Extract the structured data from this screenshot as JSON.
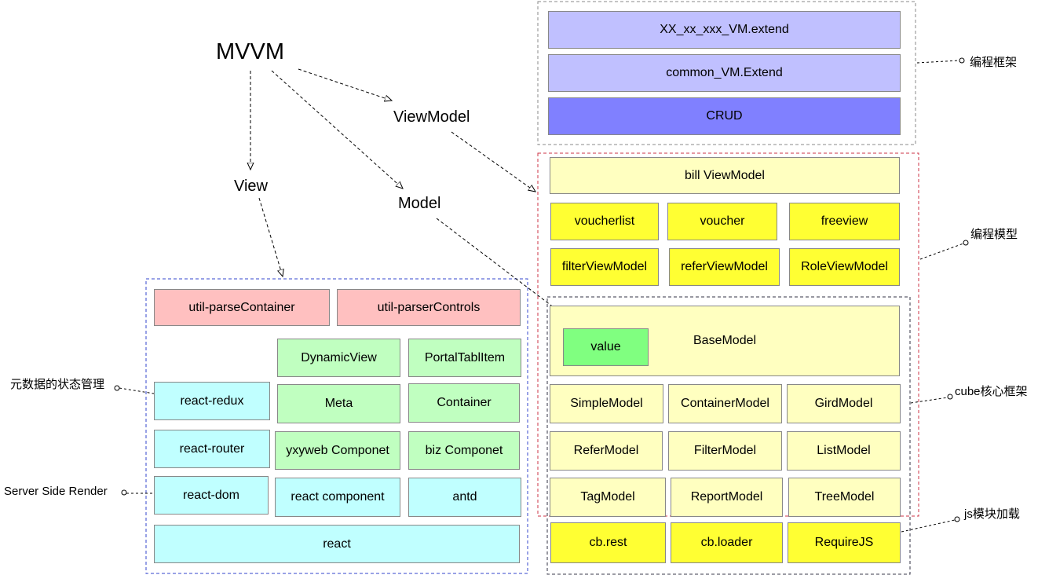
{
  "diagram": {
    "nodes": {
      "mvvm": "MVVM",
      "viewmodel": "ViewModel",
      "view": "View",
      "model": "Model"
    },
    "callouts": {
      "programming_framework": "编程框架",
      "programming_model": "编程模型",
      "cube_core_framework": "cube核心框架",
      "js_module_loading": "js模块加载",
      "metadata_state_mgmt": "元数据的状态管理",
      "server_side_render": "Server Side Render"
    },
    "framework_stack": [
      "XX_xx_xxx_VM.extend",
      "common_VM.Extend",
      "CRUD"
    ],
    "bill_viewmodel": "bill ViewModel",
    "viewmodels_row1": [
      "voucherlist",
      "voucher",
      "freeview"
    ],
    "viewmodels_row2": [
      "filterViewModel",
      "referViewModel",
      "RoleViewModel"
    ],
    "base_model": "BaseModel",
    "value": "value",
    "models_row1": [
      "SimpleModel",
      "ContainerModel",
      "GirdModel"
    ],
    "models_row2": [
      "ReferModel",
      "FilterModel",
      "ListModel"
    ],
    "models_row3": [
      "TagModel",
      "ReportModel",
      "TreeModel"
    ],
    "loaders": [
      "cb.rest",
      "cb.loader",
      "RequireJS"
    ],
    "view_stack": {
      "util_parse_container": "util-parseContainer",
      "util_parser_controls": "util-parserControls",
      "dynamic_view": "DynamicView",
      "portal_tab_item": "PortalTablItem",
      "react_redux": "react-redux",
      "meta": "Meta",
      "container": "Container",
      "react_router": "react-router",
      "yxyweb_componet": "yxyweb Componet",
      "biz_componet": "biz Componet",
      "react_dom": "react-dom",
      "react_component": "react component",
      "antd": "antd",
      "react": "react"
    },
    "colors": {
      "lavender": "#c0c0ff",
      "violet": "#8080ff",
      "pale_yellow": "#ffffc0",
      "yellow": "#ffff33",
      "pink": "#ffc0c0",
      "mint": "#c0ffc0",
      "green": "#80ff80",
      "cyan": "#c0ffff",
      "red_dash": "#cc3344",
      "blue_dash": "#3344cc",
      "gray_dash": "#888888"
    }
  }
}
